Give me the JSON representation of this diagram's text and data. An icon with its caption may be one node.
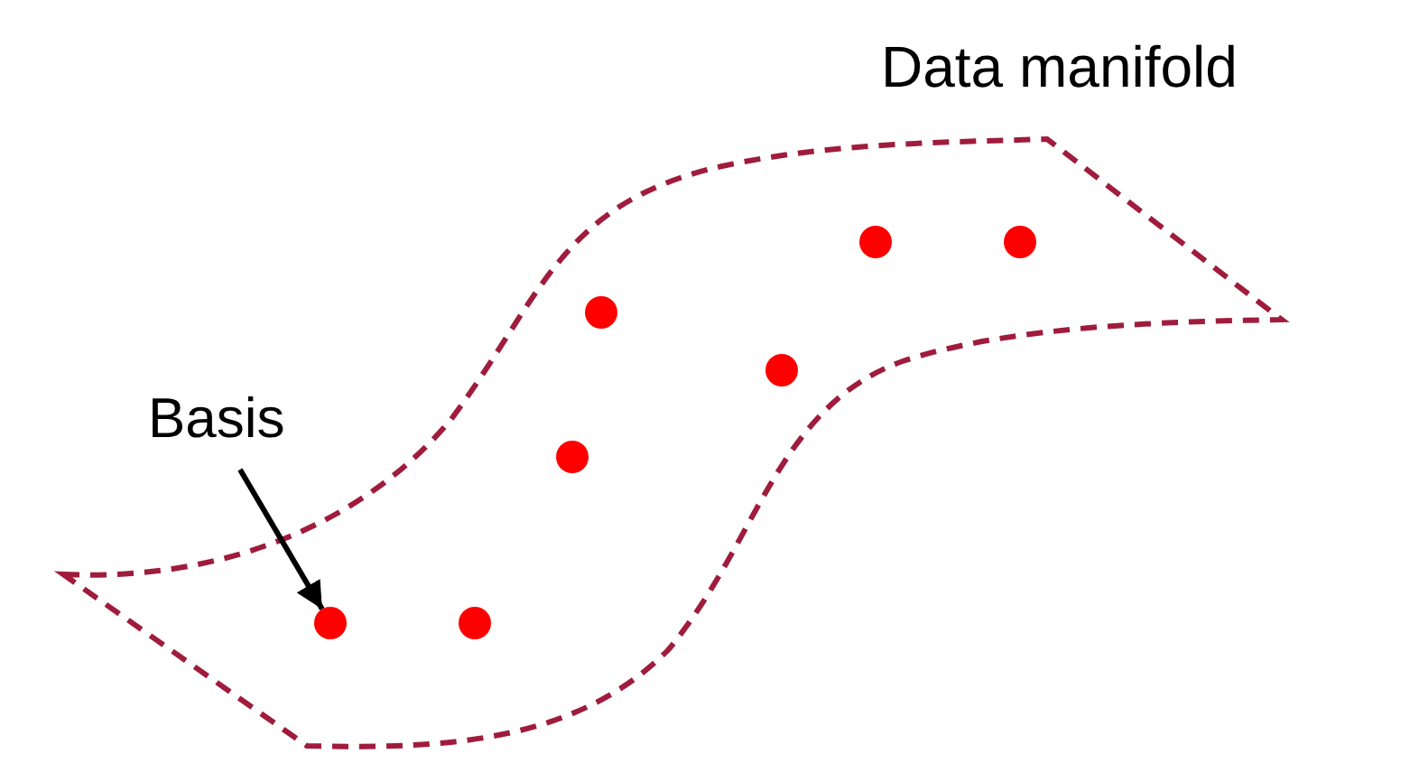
{
  "diagram": {
    "nodes": [
      {
        "text": [
          "Basis"
        ]
      },
      {
        "text": [],
        "shape": "circle"
      }
    ],
    "edges": [
      {
        "from": 0,
        "to": 1,
        "arrow": "to"
      }
    ],
    "labels": [
      "Data manifold"
    ]
  }
}
